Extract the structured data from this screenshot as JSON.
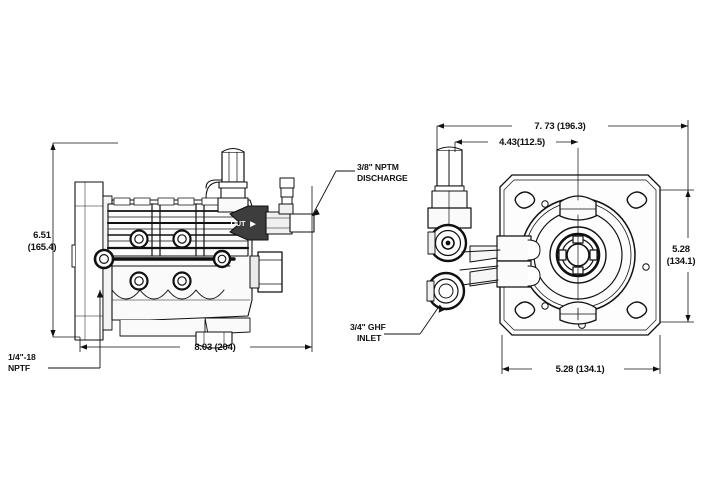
{
  "drawing": {
    "title": "Pressure Washer Pump Dimensional Drawing",
    "background_color": "#ffffff",
    "line_color": "#111111",
    "fill_light": "#f2f2f2",
    "fill_mid": "#d9d9d9",
    "fill_dark": "#5a5a5a"
  },
  "views": {
    "side": {
      "name": "side-view",
      "dimensions": {
        "height": {
          "label": "6.51\n(165.4)",
          "line1": "6.51",
          "line2": "(165.4)",
          "inches": "6.51",
          "mm": "165.4"
        },
        "length": {
          "label": "8.03 (204)",
          "inches": "8.03",
          "mm": "204"
        }
      },
      "callouts": [
        {
          "name": "npt-port-callout",
          "line1": "1/4\"-18",
          "line2": "NPTF"
        },
        {
          "name": "discharge-callout",
          "line1": "3/8\" NPTM",
          "line2": "DISCHARGE"
        }
      ],
      "markings": [
        {
          "name": "out-marking",
          "text": "OUT",
          "arrow": "▶"
        }
      ]
    },
    "front": {
      "name": "front-view",
      "dimensions": {
        "overall_width": {
          "label": "7. 73 (196.3)",
          "inches": "7.73",
          "mm": "196.3"
        },
        "shaft_offset": {
          "label": "4.43(112.5)",
          "inches": "4.43",
          "mm": "112.5"
        },
        "height": {
          "label": "5.28\n(134.1)",
          "line1": "5.28",
          "line2": "(134.1)",
          "inches": "5.28",
          "mm": "134.1"
        },
        "plate_width": {
          "label": "5.28 (134.1)",
          "inches": "5.28",
          "mm": "134.1"
        }
      },
      "callouts": [
        {
          "name": "inlet-callout",
          "line1": "3/4\" GHF",
          "line2": "INLET"
        }
      ]
    }
  }
}
